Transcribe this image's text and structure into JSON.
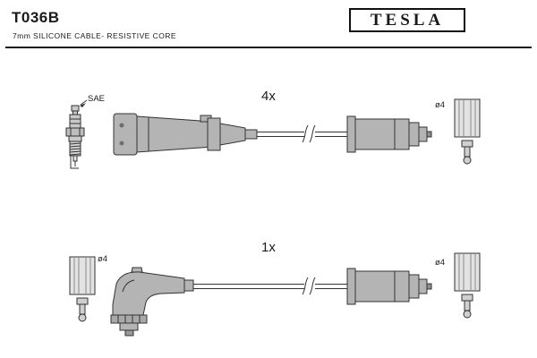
{
  "header": {
    "part_number": "T036B",
    "subtitle": "7mm SILICONE CABLE- RESISTIVE CORE",
    "brand": "TESLA"
  },
  "top_assembly": {
    "quantity_label": "4x",
    "sae_label": "SAE",
    "diameter_label": "ø4",
    "description": "straight distributor boot, cable, cylindrical plug boot, terminal sleeve"
  },
  "bottom_assembly": {
    "quantity_label": "1x",
    "diameter_left_label": "ø4",
    "diameter_right_label": "ø4",
    "description": "angled 90-degree boot, cable, cylindrical plug boot, terminal sleeves"
  },
  "colors": {
    "ink": "#1a1a1a",
    "boot_gray": "#b4b4b4",
    "terminal_gray": "#e3e3e3"
  }
}
